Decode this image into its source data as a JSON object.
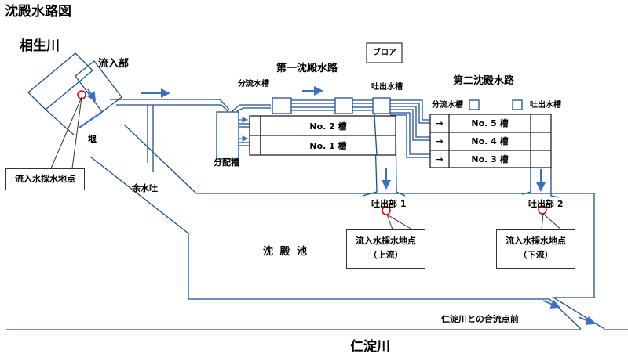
{
  "title": "沈殿水路図",
  "rivers": {
    "aioi": "相生川",
    "nitoyo": "仁淀川"
  },
  "labels": {
    "inflow": "流入部",
    "weir": "堰",
    "overflow": "余水吐",
    "distribution_tank": "分配槽",
    "first_channel": "第一沈殿水路",
    "second_channel": "第二沈殿水路",
    "split_tank_1": "分流水槽",
    "outlet_tank_1": "吐出水槽",
    "split_tank_2": "分流水槽",
    "outlet_tank_2": "吐出水槽",
    "blower": "ブロア",
    "settling_pond": "沈 殿 池",
    "outlet_1": "吐出部 1",
    "outlet_2": "吐出部 2",
    "confluence": "仁淀川との合流点前"
  },
  "callouts": {
    "inflow_sampling": "流入水採水地点",
    "upstream_sampling_line1": "流入水採水地点",
    "upstream_sampling_line2": "（上流）",
    "downstream_sampling_line1": "流入水採水地点",
    "downstream_sampling_line2": "（下流）"
  },
  "tanks": {
    "first": [
      "No. 2 槽",
      "No. 1 槽"
    ],
    "second": [
      "No. 5 槽",
      "No. 4 槽",
      "No. 3 槽"
    ],
    "arrow_glyph": "→"
  },
  "colors": {
    "line": "#1f4e8c",
    "arrow": "#3a6fc4",
    "sample_point": "#e00000",
    "box_border": "#333333"
  }
}
